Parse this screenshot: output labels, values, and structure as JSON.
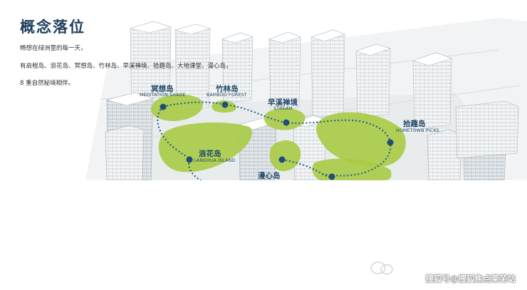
{
  "header": {
    "title": "概念落位",
    "intro_lines": [
      "畅想在绿洲里的每一天，",
      "有启程岛、浪花岛、冥想岛、竹林岛、早溪禅境、拾趣岛、大地课堂、漫心岛，",
      "8 重自然秘境相伴。"
    ]
  },
  "islands": [
    {
      "cn": "冥想岛",
      "en": "MEDITATION SHADE"
    },
    {
      "cn": "竹林岛",
      "en": "BAMBOO FOREST"
    },
    {
      "cn": "早溪禅境",
      "en": "STREAM"
    },
    {
      "cn": "拾趣岛",
      "en": "HOMETOWN PICKS"
    },
    {
      "cn": "浪花岛",
      "en": "LANGHUA ISLAND"
    },
    {
      "cn": "漫心岛",
      "en": ""
    }
  ],
  "colors": {
    "island_green": "#a8cb45",
    "path_blue": "#1f5a86",
    "title_blue": "#1f3f5e"
  },
  "watermark": {
    "text": "搜狐号@搜狐焦点莱芜站"
  }
}
